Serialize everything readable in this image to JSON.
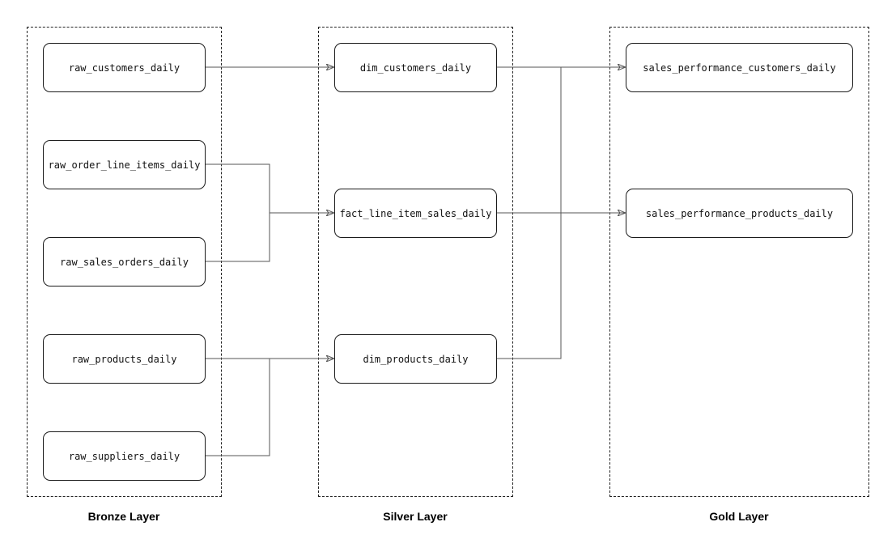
{
  "layers": {
    "bronze": {
      "label": "Bronze Layer"
    },
    "silver": {
      "label": "Silver Layer"
    },
    "gold": {
      "label": "Gold Layer"
    }
  },
  "nodes": {
    "raw_customers": "raw_customers_daily",
    "raw_order_line_items": "raw_order_line_items_daily",
    "raw_sales_orders": "raw_sales_orders_daily",
    "raw_products": "raw_products_daily",
    "raw_suppliers": "raw_suppliers_daily",
    "dim_customers": "dim_customers_daily",
    "fact_line_item_sales": "fact_line_item_sales_daily",
    "dim_products": "dim_products_daily",
    "sales_performance_customers": "sales_performance_customers_daily",
    "sales_performance_products": "sales_performance_products_daily"
  },
  "colors": {
    "edge": "#555555",
    "node_border": "#1a1a1a",
    "layer_border": "#222222"
  }
}
